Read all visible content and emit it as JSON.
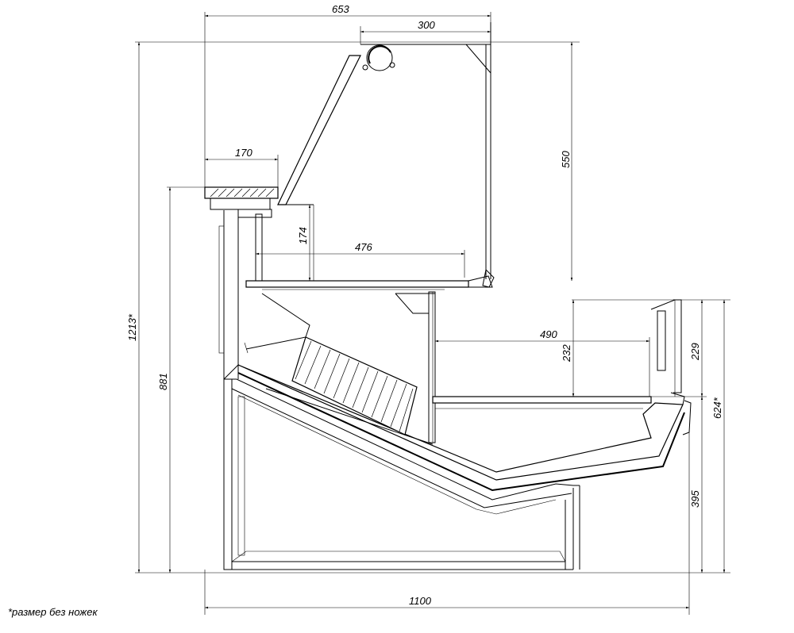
{
  "dimensions": {
    "d653": "653",
    "d300": "300",
    "d550": "550",
    "d170": "170",
    "d174": "174",
    "d476": "476",
    "d490": "490",
    "d232": "232",
    "d229": "229",
    "d1213": "1213*",
    "d881": "881",
    "d624": "624*",
    "d395": "395",
    "d1100": "1100"
  },
  "footnote": "*размер без ножек"
}
